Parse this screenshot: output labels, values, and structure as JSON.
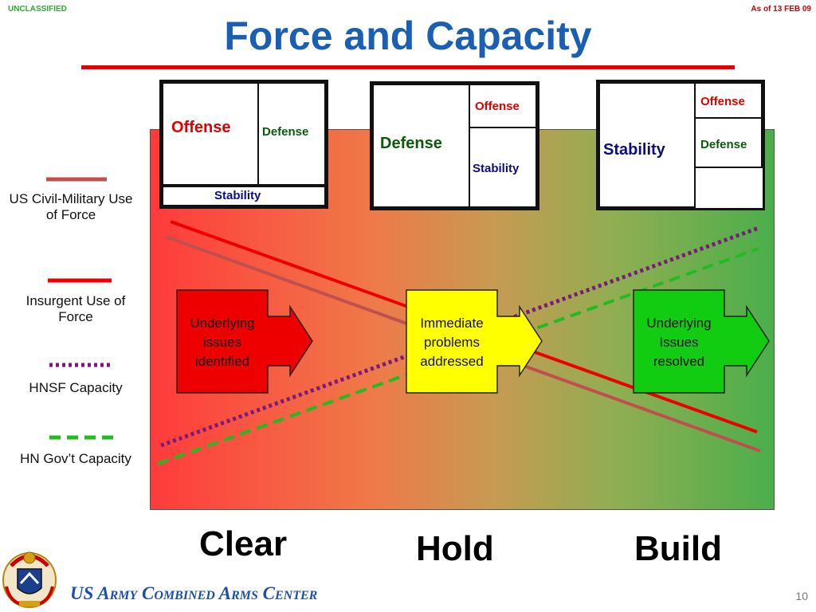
{
  "header": {
    "classification": "UNCLASSIFIED",
    "date": "As of 13 FEB 09"
  },
  "title": "Force and Capacity",
  "boxes": {
    "clear": {
      "offense": "Offense",
      "defense": "Defense",
      "stability": "Stability"
    },
    "hold": {
      "defense": "Defense",
      "offense": "Offense",
      "stability": "Stability"
    },
    "build": {
      "stability": "Stability",
      "offense": "Offense",
      "defense": "Defense"
    }
  },
  "legend": [
    {
      "label": "US Civil-Military Use of Force",
      "color": "#c0504d",
      "style": "solid"
    },
    {
      "label": "Insurgent Use of Force",
      "color": "#ee0000",
      "style": "solid"
    },
    {
      "label": "HNSF Capacity",
      "color": "#7b1a7b",
      "style": "dotted"
    },
    {
      "label": "HN Gov’t Capacity",
      "color": "#22bb22",
      "style": "dashed"
    }
  ],
  "arrows": [
    {
      "text": "Underlying issues identified",
      "color": "#ee0000"
    },
    {
      "text": "Immediate problems addressed",
      "color": "#ffff00"
    },
    {
      "text": "Underlying Issues resolved",
      "color": "#11cc11"
    }
  ],
  "phases": [
    "Clear",
    "Hold",
    "Build"
  ],
  "footer": {
    "org": "US Army Combined Arms Center",
    "page": "10"
  }
}
